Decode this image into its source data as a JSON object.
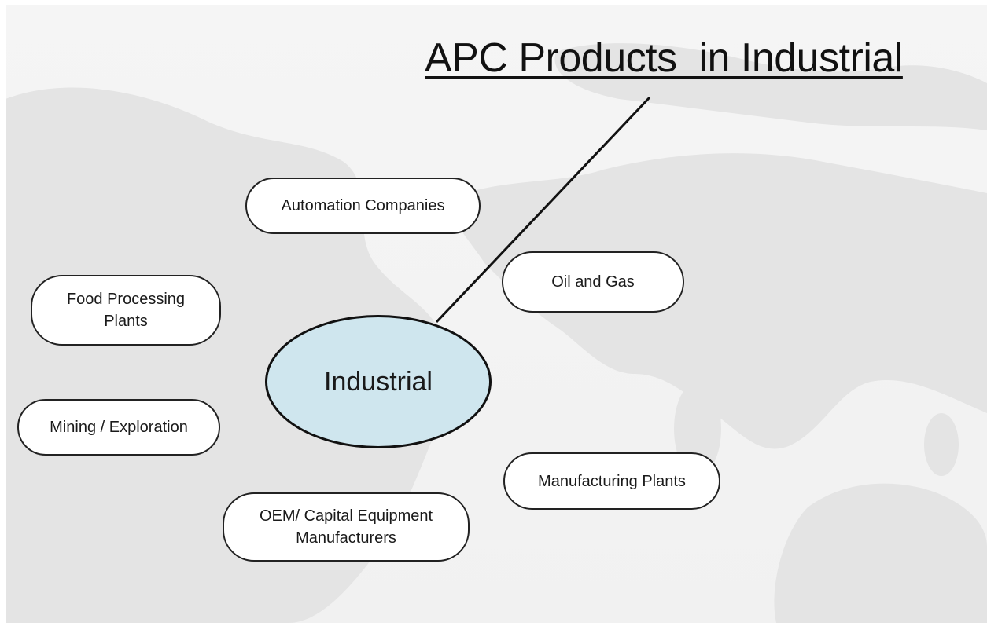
{
  "title": "APC Products  in Industrial",
  "hub": {
    "label": "Industrial",
    "fill": "#cfe6ee"
  },
  "nodes": {
    "automation": "Automation Companies",
    "oil_gas": "Oil and Gas",
    "food": "Food Processing\nPlants",
    "mining": "Mining / Exploration",
    "manufacturing": "Manufacturing Plants",
    "oem": "OEM/ Capital Equipment\nManufacturers"
  },
  "background": "world-map-watermark"
}
